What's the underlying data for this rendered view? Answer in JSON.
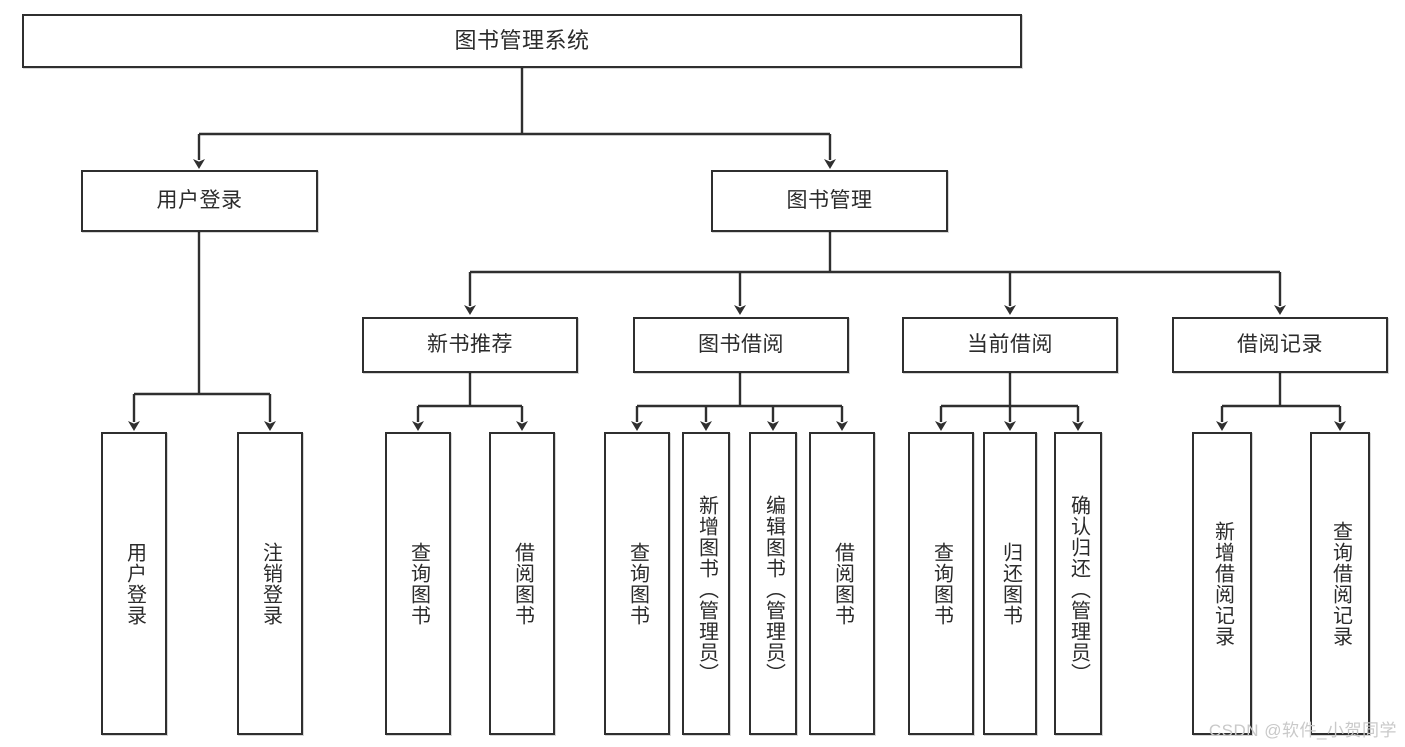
{
  "diagram": {
    "type": "tree-hierarchy",
    "title": "图书管理系统",
    "watermark": "CSDN @软件_小贺同学",
    "colors": {
      "box_border": "#2f2f2f",
      "box_fill": "#ffffff",
      "connector": "#2f2f2f",
      "text": "#2b2b2b",
      "watermark": "#c9c9c9"
    },
    "levels": {
      "root": {
        "label": "图书管理系统"
      },
      "level1": [
        {
          "label": "用户登录"
        },
        {
          "label": "图书管理"
        }
      ],
      "level2": [
        {
          "label": "新书推荐"
        },
        {
          "label": "图书借阅"
        },
        {
          "label": "当前借阅"
        },
        {
          "label": "借阅记录"
        }
      ],
      "leaves": {
        "user_login": [
          {
            "label": "用户登录"
          },
          {
            "label": "注销登录"
          }
        ],
        "new_book_rec": [
          {
            "label": "查询图书"
          },
          {
            "label": "借阅图书"
          }
        ],
        "book_borrow": [
          {
            "label": "查询图书"
          },
          {
            "label": "新增图书（管理员）"
          },
          {
            "label": "编辑图书（管理员）"
          },
          {
            "label": "借阅图书"
          }
        ],
        "current_borrow": [
          {
            "label": "查询图书"
          },
          {
            "label": "归还图书"
          },
          {
            "label": "确认归还（管理员）"
          }
        ],
        "borrow_record": [
          {
            "label": "新增借阅记录"
          },
          {
            "label": "查询借阅记录"
          }
        ]
      }
    }
  }
}
